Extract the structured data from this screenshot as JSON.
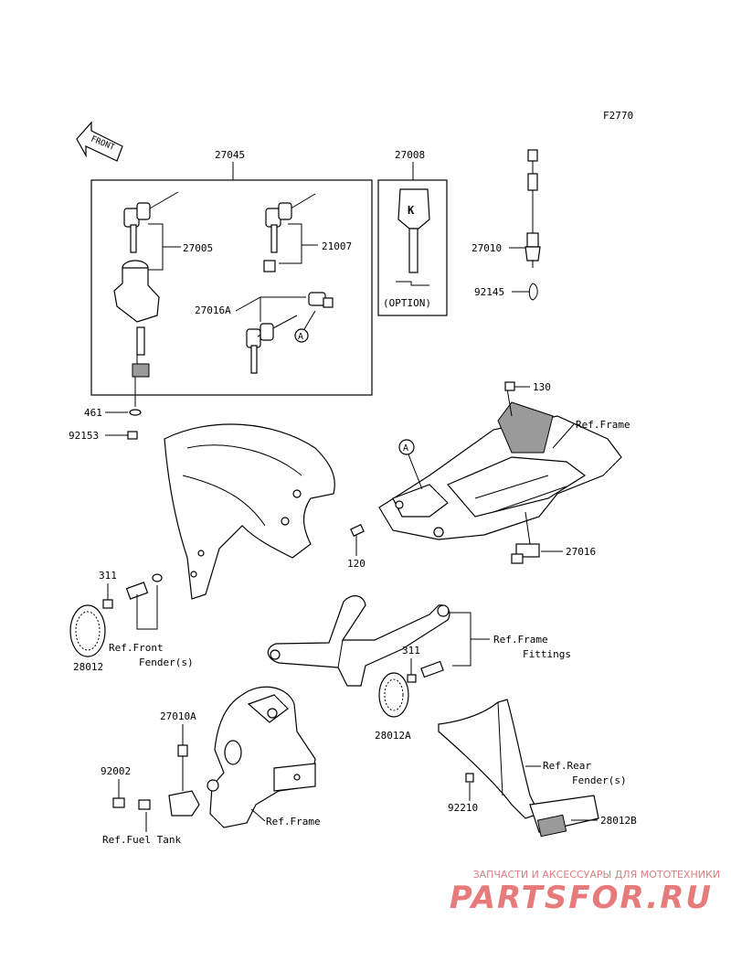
{
  "diagram_code": "F2770",
  "front_label": "FRONT",
  "parts": {
    "p27045": "27045",
    "p27005": "27005",
    "p21007": "21007",
    "p27016A": "27016A",
    "p27008": "27008",
    "option": "(OPTION)",
    "p27010": "27010",
    "p92145": "92145",
    "p461": "461",
    "p92153": "92153",
    "p130": "130",
    "p120": "120",
    "p27016": "27016",
    "p311a": "311",
    "p311b": "311",
    "p28012": "28012",
    "p28012A": "28012A",
    "p27010A": "27010A",
    "p92002": "92002",
    "p92210": "92210",
    "p28012B": "28012B"
  },
  "refs": {
    "frame1": "Ref.Frame",
    "front_fender_1": "Ref.Front",
    "front_fender_2": "Fender(s)",
    "frame_fittings_1": "Ref.Frame",
    "frame_fittings_2": "Fittings",
    "rear_fender_1": "Ref.Rear",
    "rear_fender_2": "Fender(s)",
    "frame2": "Ref.Frame",
    "fuel_tank": "Ref.Fuel Tank"
  },
  "callout_letter": "A",
  "watermark": {
    "tagline": "ЗАПЧАСТИ И АКСЕССУАРЫ ДЛЯ МОТОТЕХНИКИ",
    "logo": "PARTSFOR.RU",
    "color": "#e77a7a"
  }
}
